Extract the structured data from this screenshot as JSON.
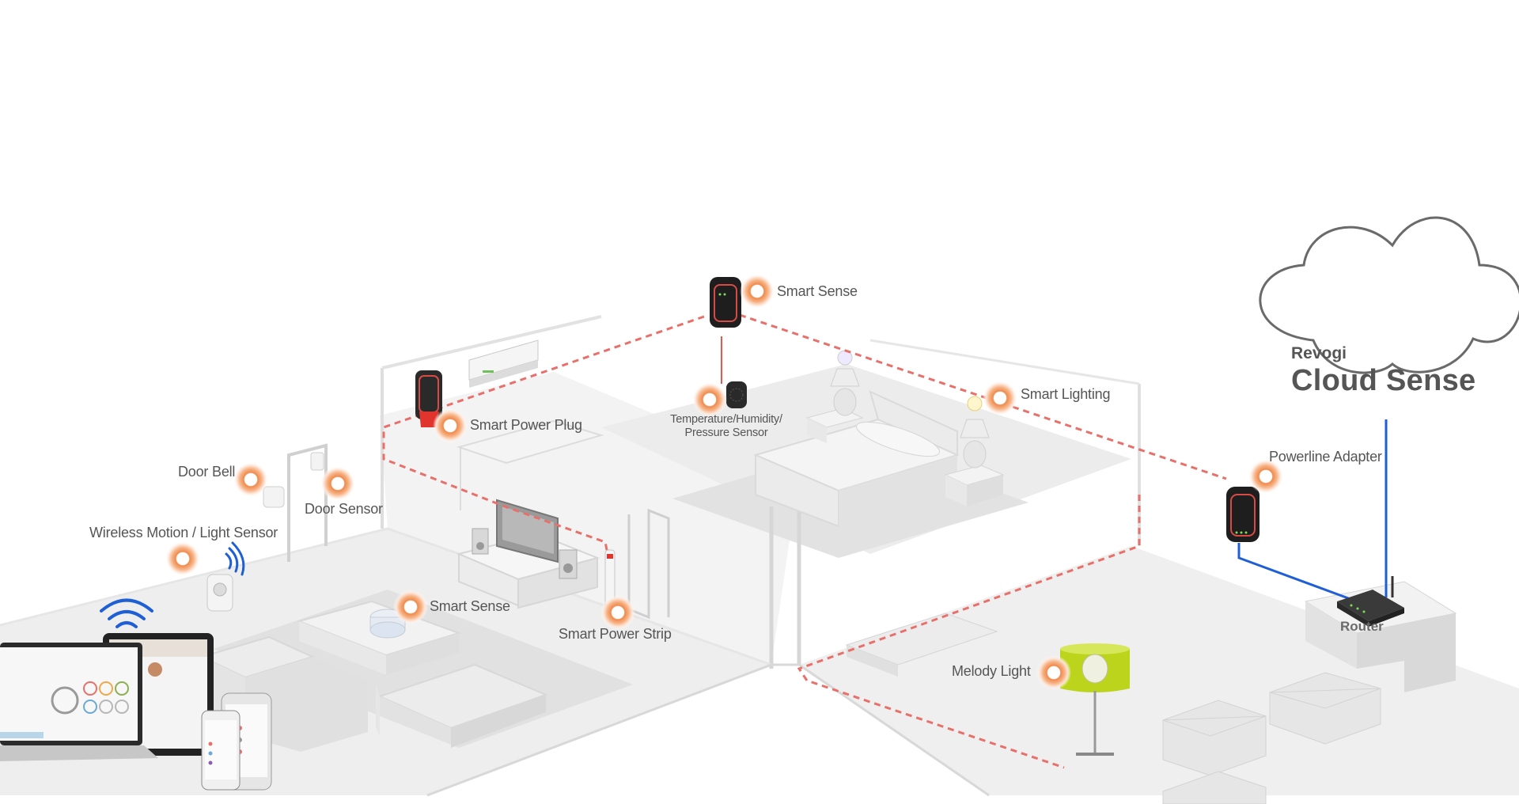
{
  "cloud": {
    "subtitle": "Revogi",
    "title": "Cloud Sense"
  },
  "labels": {
    "smart_sense_top": "Smart Sense",
    "smart_power_plug": "Smart Power Plug",
    "temp_sensor_line1": "Temperature/Humidity/",
    "temp_sensor_line2": "Pressure Sensor",
    "smart_lighting": "Smart Lighting",
    "powerline_adapter": "Powerline Adapter",
    "door_bell": "Door Bell",
    "door_sensor": "Door Sensor",
    "motion_sensor": "Wireless Motion / Light Sensor",
    "smart_sense_living": "Smart Sense",
    "smart_power_strip": "Smart Power Strip",
    "melody_light": "Melody Light",
    "router": "Router"
  },
  "colors": {
    "accent_orange": "#f08a4b",
    "dashed_link": "#e8706b",
    "wired_link": "#1f5fd6",
    "melody_shade": "#bcd41c",
    "floor": "#eeeeee",
    "wall": "#f5f5f5"
  }
}
